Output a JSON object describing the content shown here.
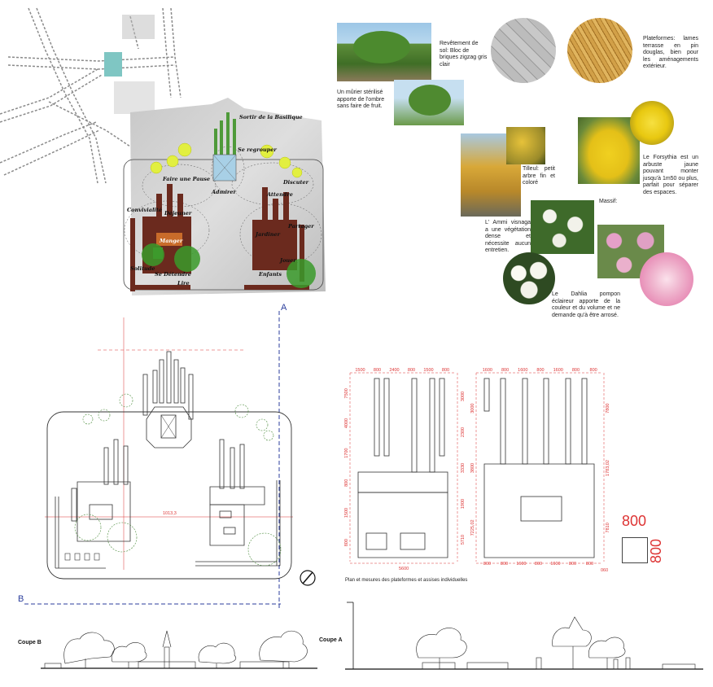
{
  "site_plan": {
    "handwritten_labels": {
      "sortir": "Sortir de la Basilique",
      "regrouper": "Se regrouper",
      "faire_pause": "Faire une Pause",
      "admirer": "Admirer",
      "discuter": "Discuter",
      "attendre": "Attendre",
      "convivialite": "Convivialité",
      "manger_top": "Déjeuner",
      "manger": "Manger",
      "partager": "Partager",
      "jardiner": "Jardiner",
      "jouer": "Jouer",
      "enfants": "Enfants",
      "solitude": "Solitude",
      "detendre": "Se Détendre",
      "lire": "Lire"
    }
  },
  "materials": {
    "sol": "Revêtement de sol: Bloc de briques zigzag gris clair",
    "plateformes": "Plateformes: lames terrasse en pin douglas, bien pour les aménagements extérieur.",
    "murier": "Un mûrier stérilisé apporte de l'ombre sans faire de fruit.",
    "tilleul": "Tilleul: petit arbre fin et coloré",
    "forsythia": "Le Forsythia est un arbuste jaune pouvant monter jusqu'à 1m50 ou plus, parfait pour séparer des espaces.",
    "massif": "Massif:",
    "ammi": "L' Ammi visnaga a une végétation dense et nécessite aucun entretien.",
    "dahlia": "Le Dahlia pompon éclaireur apporte de la couleur et du volume et ne demande qu'à être arrosé."
  },
  "plan": {
    "label_a": "A",
    "label_b": "B",
    "center_dim": "1013,3"
  },
  "dimensions": {
    "left_top": [
      "1500",
      "800",
      "2400",
      "800",
      "1500",
      "800"
    ],
    "left_right": [
      "3000",
      "2300",
      "3330",
      "1900",
      "5710"
    ],
    "left_left": [
      "7500",
      "4000",
      "1700",
      "800",
      "1500",
      "800"
    ],
    "left_bottom": "5600",
    "right_top": [
      "1600",
      "800",
      "1600",
      "800",
      "1600",
      "800",
      "800"
    ],
    "right_right": [
      "7800",
      "1783,02",
      "7810"
    ],
    "right_left": [
      "3000",
      "3800",
      "7225,02"
    ],
    "right_bottom": [
      "800",
      "800",
      "1600",
      "800",
      "1600",
      "800",
      "800"
    ],
    "right_bottom_extra": "060",
    "caption": "Plan et mesures des plateformes et assises individuelles",
    "module_h": "800",
    "module_v": "800"
  },
  "sections": {
    "coupe_b": "Coupe B",
    "coupe_a": "Coupe A"
  },
  "colors": {
    "dimension_red": "#d33333",
    "axis_blue": "#2b3e9c",
    "platform_brown": "#6b2a1e",
    "tree_green": "#3a9a2a",
    "yellow_tree": "#e2ef40"
  }
}
